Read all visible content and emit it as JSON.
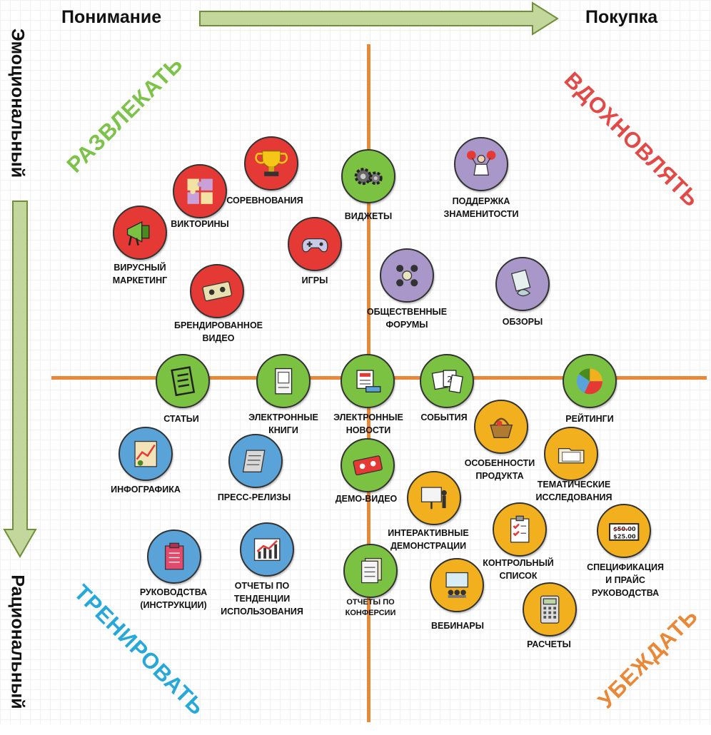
{
  "axes": {
    "understanding": "Понимание",
    "purchase": "Покупка",
    "emotional": "Эмоциональный",
    "rational": "Рациональный"
  },
  "quadrants": {
    "entertain": "РАЗВЛЕКАТЬ",
    "inspire": "ВДОХНОВЛЯТЬ",
    "train": "ТРЕНИРОВАТЬ",
    "convince": "УБЕЖДАТЬ"
  },
  "items": {
    "competitions": {
      "l1": "СОРЕВНОВАНИЯ",
      "icon": "trophy-icon",
      "color": "#e53935"
    },
    "quizzes": {
      "l1": "ВИКТОРИНЫ",
      "icon": "puzzle-icon",
      "color": "#e53935"
    },
    "viral": {
      "l1": "ВИРУСНЫЙ",
      "l2": "МАРКЕТИНГ",
      "icon": "megaphone-icon",
      "color": "#e53935"
    },
    "games": {
      "l1": "ИГРЫ",
      "icon": "gamepad-icon",
      "color": "#e53935"
    },
    "branded_video": {
      "l1": "БРЕНДИРОВАННОЕ",
      "l2": "ВИДЕО",
      "icon": "video-tape-icon",
      "color": "#e53935"
    },
    "widgets": {
      "l1": "ВИДЖЕТЫ",
      "icon": "gears-icon",
      "color": "#7cc242"
    },
    "celebrity": {
      "l1": "ПОДДЕРЖКА",
      "l2": "ЗНАМЕНИТОСТИ",
      "icon": "cheerleader-icon",
      "color": "#a897c8"
    },
    "forums": {
      "l1": "ОБЩЕСТВЕННЫЕ",
      "l2": "ФОРУМЫ",
      "icon": "forum-people-icon",
      "color": "#a897c8"
    },
    "reviews": {
      "l1": "ОБЗОРЫ",
      "icon": "review-icon",
      "color": "#a897c8"
    },
    "articles": {
      "l1": "СТАТЬИ",
      "icon": "article-icon",
      "color": "#7cc242"
    },
    "ebooks": {
      "l1": "ЭЛЕКТРОННЫЕ",
      "l2": "КНИГИ",
      "icon": "ebook-icon",
      "color": "#7cc242"
    },
    "enews": {
      "l1": "ЭЛЕКТРОННЫЕ",
      "l2": "НОВОСТИ",
      "icon": "newsletter-icon",
      "color": "#7cc242"
    },
    "events": {
      "l1": "СОБЫТИЯ",
      "icon": "calendar-icon",
      "color": "#7cc242"
    },
    "ratings": {
      "l1": "РЕЙТИНГИ",
      "icon": "pie-chart-icon",
      "color": "#7cc242"
    },
    "infographics": {
      "l1": "ИНФОГРАФИКА",
      "icon": "infographic-icon",
      "color": "#5aa3d8"
    },
    "press": {
      "l1": "ПРЕСС-РЕЛИЗЫ",
      "icon": "newspaper-icon",
      "color": "#5aa3d8"
    },
    "demo_video": {
      "l1": "ДЕМО-ВИДЕО",
      "icon": "video-tape-icon",
      "color": "#7cc242"
    },
    "product_features": {
      "l1": "ОСОБЕННОСТИ",
      "l2": "ПРОДУКТА",
      "icon": "basket-icon",
      "color": "#f2b01e"
    },
    "case_studies": {
      "l1": "ТЕМАТИЧЕСКИЕ",
      "l2": "ИССЛЕДОВАНИЯ",
      "icon": "folder-icon",
      "color": "#f2b01e"
    },
    "interactive_demos": {
      "l1": "ИНТЕРАКТИВНЫЕ",
      "l2": "ДЕМОНСТРАЦИИ",
      "icon": "presentation-icon",
      "color": "#f2b01e"
    },
    "checklist": {
      "l1": "КОНТРОЛЬНЫЙ",
      "l2": "СПИСОК",
      "icon": "checklist-icon",
      "color": "#f2b01e"
    },
    "spec_price": {
      "l1": "СПЕЦИФИКАЦИЯ",
      "l2": "И ПРАЙС",
      "l3": "РУКОВОДСТВА",
      "icon": "price-tag-icon",
      "color": "#f2b01e",
      "tag1": "$50.00",
      "tag2": "$25.00"
    },
    "manuals": {
      "l1": "РУКОВОДСТВА",
      "l2": "(ИНСТРУКЦИИ)",
      "icon": "manual-icon",
      "color": "#5aa3d8"
    },
    "trend_reports": {
      "l1": "ОТЧЕТЫ ПО",
      "l2": "ТЕНДЕНЦИИ",
      "l3": "ИСПОЛЬЗОВАНИЯ",
      "icon": "trend-chart-icon",
      "color": "#5aa3d8"
    },
    "conf_reports": {
      "l1": "ОТЧЕТЫ ПО",
      "l2": "КОНФЕРСИИ",
      "icon": "documents-icon",
      "color": "#7cc242"
    },
    "webinars": {
      "l1": "ВЕБИНАРЫ",
      "icon": "webinar-icon",
      "color": "#f2b01e"
    },
    "calculations": {
      "l1": "РАСЧЕТЫ",
      "icon": "calculator-icon",
      "color": "#f2b01e"
    }
  }
}
